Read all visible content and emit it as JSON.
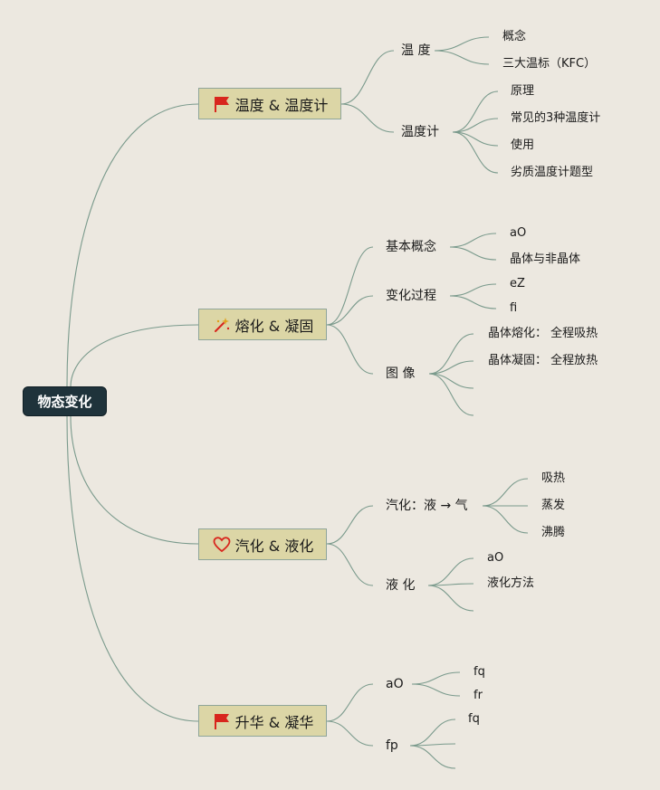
{
  "root": {
    "label": "物态变化"
  },
  "branches": [
    {
      "label": "温度 & 温度计",
      "icon": "red-flag-icon",
      "children": [
        {
          "label": "温 度",
          "children": [
            "概念",
            "三大温标（KFC）"
          ]
        },
        {
          "label": "温度计",
          "children": [
            "原理",
            "常见的3种温度计",
            "使用",
            "劣质温度计题型"
          ]
        }
      ]
    },
    {
      "label": "熔化 & 凝固",
      "icon": "magic-wand-icon",
      "children": [
        {
          "label": "基本概念",
          "children": [
            "aO",
            "晶体与非晶体"
          ]
        },
        {
          "label": "变化过程",
          "children": [
            "eZ",
            "fi"
          ]
        },
        {
          "label": "图 像",
          "children": [
            "晶体熔化： 全程吸热",
            "晶体凝固： 全程放热",
            "",
            ""
          ]
        }
      ]
    },
    {
      "label": "汽化 & 液化",
      "icon": "heart-icon",
      "children": [
        {
          "label": "汽化：液 → 气",
          "children": [
            "吸热",
            "蒸发",
            "沸腾"
          ]
        },
        {
          "label": "液 化",
          "children": [
            "aO",
            "液化方法",
            ""
          ]
        }
      ]
    },
    {
      "label": "升华 & 凝华",
      "icon": "red-flag-icon",
      "children": [
        {
          "label": "aO",
          "children": [
            "fq",
            "fr"
          ]
        },
        {
          "label": "fp",
          "children": [
            "fq",
            "",
            ""
          ]
        }
      ]
    }
  ],
  "colors": {
    "background": "#ece8e0",
    "root": "#1f333b",
    "branch": "#dcd6a6",
    "line": "#7a9a8c",
    "flag": "#d8261d"
  }
}
